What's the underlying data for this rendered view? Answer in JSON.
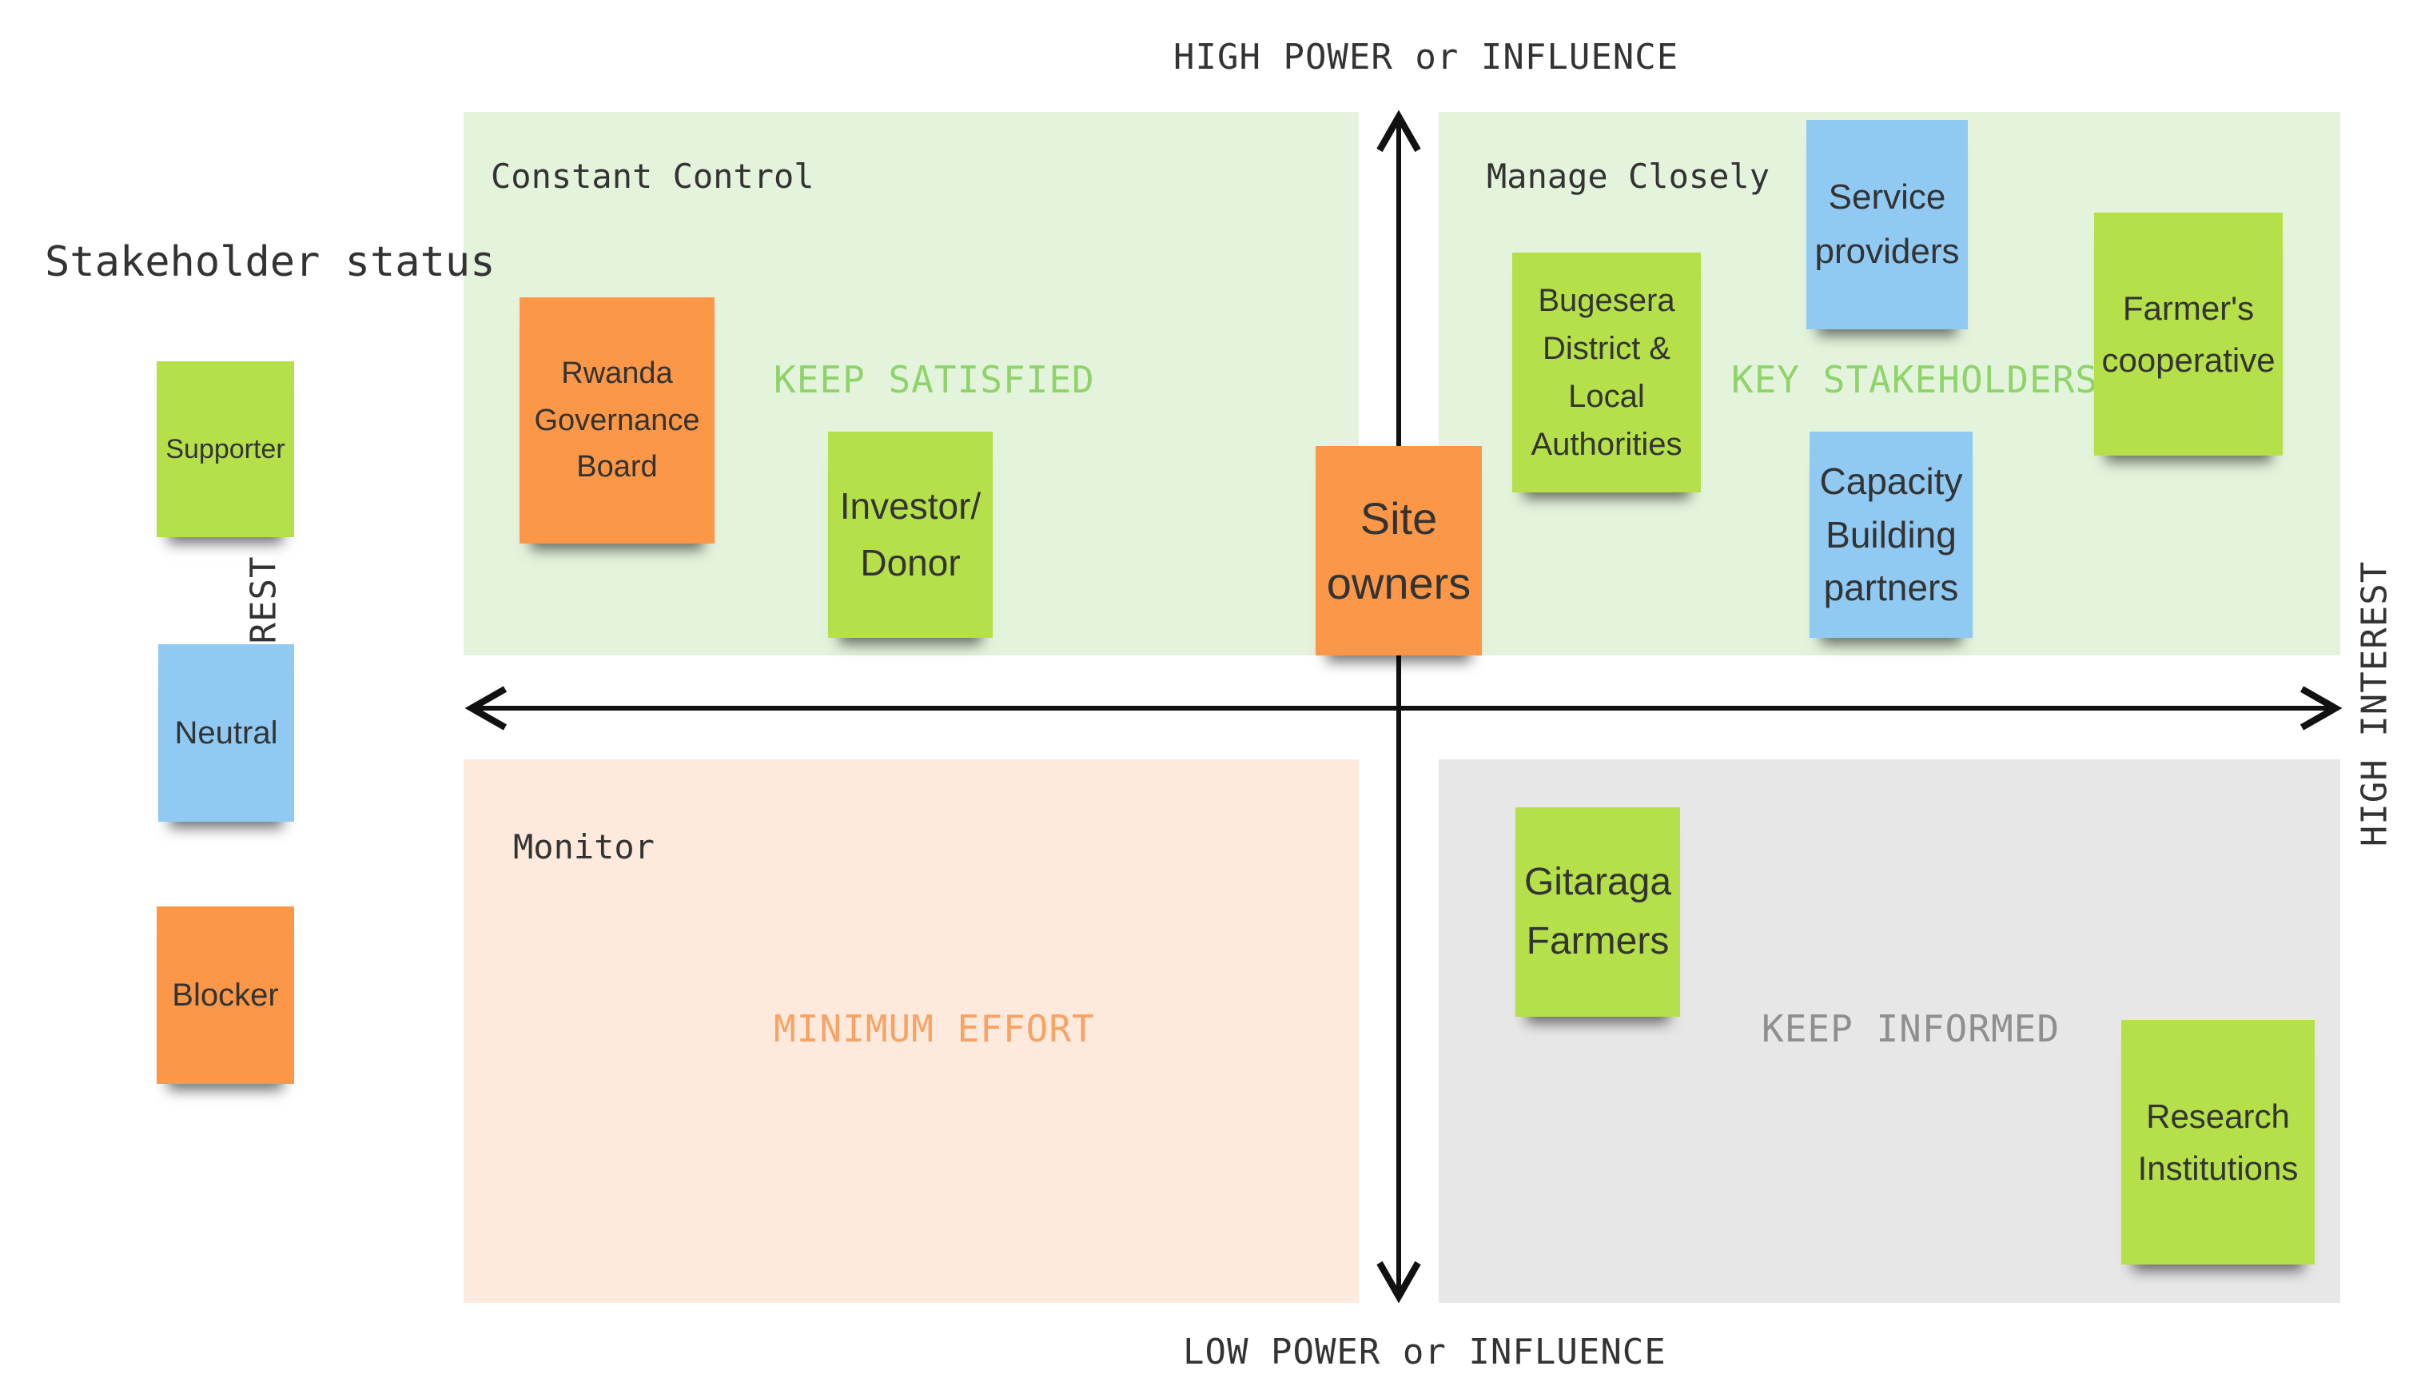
{
  "axes": {
    "top": "HIGH POWER or INFLUENCE",
    "bottom": "LOW POWER or INFLUENCE",
    "left": "LOW INTEREST",
    "right": "HIGH INTEREST"
  },
  "legend": {
    "title": "Stakeholder status",
    "items": [
      {
        "label": "Supporter",
        "color": "#b5e04a"
      },
      {
        "label": "Neutral",
        "color": "#90c9f2"
      },
      {
        "label": "Blocker",
        "color": "#fb9746"
      }
    ]
  },
  "quadrants": {
    "top_left": {
      "title": "Constant Control",
      "strategy": "KEEP SATISFIED",
      "bg": "#e4f4dc",
      "strategy_color": "#8fd46a"
    },
    "top_right": {
      "title": "Manage Closely",
      "strategy": "KEY STAKEHOLDERS",
      "bg": "#e4f4dc",
      "strategy_color": "#8fd46a"
    },
    "bottom_left": {
      "title": "Monitor",
      "strategy": "MINIMUM EFFORT",
      "bg": "#feeadc",
      "strategy_color": "#f7a366"
    },
    "bottom_right": {
      "title": "",
      "strategy": "KEEP INFORMED",
      "bg": "#e7e7e7",
      "strategy_color": "#8f8f8f"
    }
  },
  "stakeholders": {
    "rwanda": {
      "label": "Rwanda\nGovernance\nBoard",
      "status": "Blocker"
    },
    "investor": {
      "label": "Investor/\nDonor",
      "status": "Supporter"
    },
    "site_owners": {
      "label": "Site\nowners",
      "status": "Blocker"
    },
    "bugesera": {
      "label": "Bugesera\nDistrict &\nLocal\nAuthorities",
      "status": "Supporter"
    },
    "service": {
      "label": "Service\nproviders",
      "status": "Neutral"
    },
    "farmers_coop": {
      "label": "Farmer's\ncooperative",
      "status": "Supporter"
    },
    "capacity": {
      "label": "Capacity\nBuilding\npartners",
      "status": "Neutral"
    },
    "gitaraga": {
      "label": "Gitaraga\nFarmers",
      "status": "Supporter"
    },
    "research": {
      "label": "Research\nInstitutions",
      "status": "Supporter"
    }
  }
}
